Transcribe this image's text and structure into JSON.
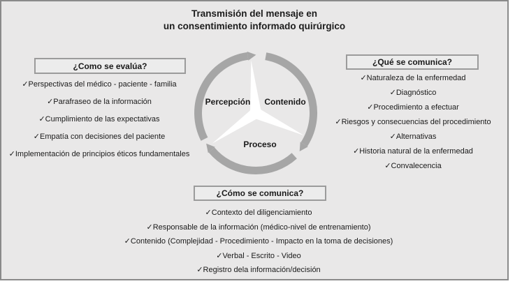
{
  "title": {
    "line1": "Transmisión del mensaje en",
    "line2": "un consentimiento informado quirúrgico"
  },
  "icons": {
    "check": "✓"
  },
  "colors": {
    "background": "#e9e8e8",
    "ring": "#a6a6a6",
    "text": "#1a1a1a",
    "header_box_fill": "#ececec",
    "header_box_border": "#9b9b9b",
    "panel_border": "#8a8a8a"
  },
  "cycle": {
    "segments": [
      {
        "label": "Percepción"
      },
      {
        "label": "Contenido"
      },
      {
        "label": "Proceso"
      }
    ]
  },
  "panels": {
    "left": {
      "header": "¿Como se evalúa?",
      "items": [
        "Perspectivas del médico - paciente - familia",
        "Parafraseo de la información",
        "Cumplimiento de las expectativas",
        "Empatía con decisiones del paciente",
        "Implementación de principios éticos fundamentales"
      ]
    },
    "right": {
      "header": "¿Qué se comunica?",
      "items": [
        "Naturaleza de la enfermedad",
        "Diagnóstico",
        "Procedimiento a efectuar",
        "Riesgos y consecuencias del procedimiento",
        "Alternativas",
        "Historia natural de la enfermedad",
        "Convalecencia"
      ]
    },
    "bottom": {
      "header": "¿Cómo se comunica?",
      "items": [
        "Contexto del diligenciamiento",
        "Responsable de la información (médico-nivel de entrenamiento)",
        "Contenido (Complejidad - Procedimiento - Impacto en la toma de decisiones)",
        "Verbal - Escrito - Video",
        "Registro dela información/decisión"
      ]
    }
  }
}
